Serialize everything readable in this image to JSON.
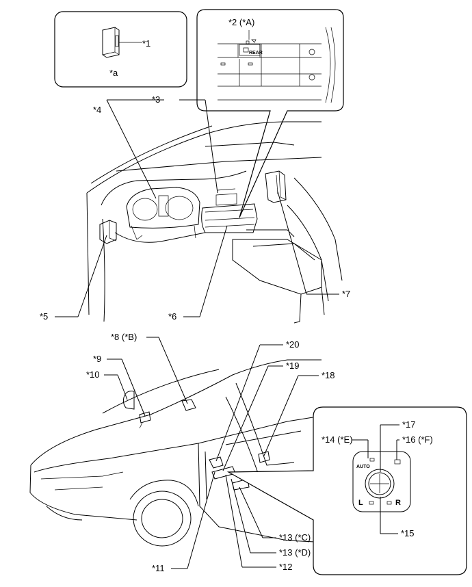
{
  "inset_a": {
    "part_label": "*1",
    "caption": "*a"
  },
  "inset_b": {
    "label": "*2 (*A)",
    "rear_text": "REAR"
  },
  "callouts": {
    "c3": "*3",
    "c4": "*4",
    "c5": "*5",
    "c6": "*6",
    "c7": "*7",
    "c8": "*8 (*B)",
    "c9": "*9",
    "c10": "*10",
    "c11": "*11",
    "c12": "*12",
    "c13c": "*13 (*C)",
    "c13d": "*13 (*D)",
    "c14": "*14 (*E)",
    "c15": "*15",
    "c16": "*16 (*F)",
    "c17": "*17",
    "c18": "*18",
    "c19": "*19",
    "c20": "*20"
  },
  "switch_panel": {
    "auto": "AUTO",
    "left": "L",
    "right": "R"
  }
}
